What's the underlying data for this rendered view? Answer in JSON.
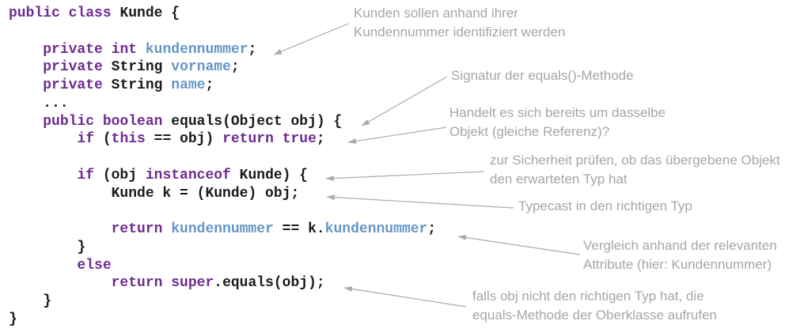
{
  "colors": {
    "background": "#ffffff",
    "keyword": "#6e2b91",
    "plain_code": "#1a1a1a",
    "field": "#6496c8",
    "annotation_text": "#a6a6a6",
    "arrow": "#ababab"
  },
  "code": {
    "lines": [
      [
        [
          "kw",
          "public"
        ],
        [
          "pl",
          " "
        ],
        [
          "kw",
          "class"
        ],
        [
          "pl",
          " Kunde {"
        ]
      ],
      [],
      [
        [
          "pl",
          "    "
        ],
        [
          "kw",
          "private"
        ],
        [
          "pl",
          " "
        ],
        [
          "kw",
          "int"
        ],
        [
          "pl",
          " "
        ],
        [
          "fl",
          "kundennummer"
        ],
        [
          "pl",
          ";"
        ]
      ],
      [
        [
          "pl",
          "    "
        ],
        [
          "kw",
          "private"
        ],
        [
          "pl",
          " String "
        ],
        [
          "fl",
          "vorname"
        ],
        [
          "pl",
          ";"
        ]
      ],
      [
        [
          "pl",
          "    "
        ],
        [
          "kw",
          "private"
        ],
        [
          "pl",
          " String "
        ],
        [
          "fl",
          "name"
        ],
        [
          "pl",
          ";"
        ]
      ],
      [
        [
          "pl",
          "    ..."
        ]
      ],
      [
        [
          "pl",
          "    "
        ],
        [
          "kw",
          "public"
        ],
        [
          "pl",
          " "
        ],
        [
          "kw",
          "boolean"
        ],
        [
          "pl",
          " equals(Object obj) {"
        ]
      ],
      [
        [
          "pl",
          "        "
        ],
        [
          "kw",
          "if"
        ],
        [
          "pl",
          " ("
        ],
        [
          "kw",
          "this"
        ],
        [
          "pl",
          " == obj) "
        ],
        [
          "kw",
          "return"
        ],
        [
          "pl",
          " "
        ],
        [
          "kw",
          "true"
        ],
        [
          "pl",
          ";"
        ]
      ],
      [],
      [
        [
          "pl",
          "        "
        ],
        [
          "kw",
          "if"
        ],
        [
          "pl",
          " (obj "
        ],
        [
          "kw",
          "instanceof"
        ],
        [
          "pl",
          " Kunde) {"
        ]
      ],
      [
        [
          "pl",
          "            Kunde k = (Kunde) obj;"
        ]
      ],
      [],
      [
        [
          "pl",
          "            "
        ],
        [
          "kw",
          "return"
        ],
        [
          "pl",
          " "
        ],
        [
          "fl",
          "kundennummer"
        ],
        [
          "pl",
          " == k."
        ],
        [
          "fl",
          "kundennummer"
        ],
        [
          "pl",
          ";"
        ]
      ],
      [
        [
          "pl",
          "        }"
        ]
      ],
      [
        [
          "pl",
          "        "
        ],
        [
          "kw",
          "else"
        ]
      ],
      [
        [
          "pl",
          "            "
        ],
        [
          "kw",
          "return"
        ],
        [
          "pl",
          " "
        ],
        [
          "kw",
          "super"
        ],
        [
          "pl",
          ".equals(obj);"
        ]
      ],
      [
        [
          "pl",
          "    }"
        ]
      ],
      [
        [
          "pl",
          "}"
        ]
      ]
    ]
  },
  "annotations": [
    {
      "lines": [
        "Kunden sollen anhand ihrer",
        "Kundennummer identifiziert werden"
      ]
    },
    {
      "lines": [
        "Signatur der equals()-Methode"
      ]
    },
    {
      "lines": [
        "Handelt es sich bereits um dasselbe",
        "Objekt (gleiche Referenz)?"
      ]
    },
    {
      "lines": [
        "zur Sicherheit prüfen, ob das übergebene Objekt",
        "den erwarteten Typ hat"
      ]
    },
    {
      "lines": [
        "Typecast in den richtigen Typ"
      ]
    },
    {
      "lines": [
        "Vergleich anhand der relevanten",
        "Attribute (hier: Kundennummer)"
      ]
    },
    {
      "lines": [
        "falls obj nicht den richtigen Typ hat, die",
        "equals-Methode der Oberklasse aufrufen"
      ]
    }
  ]
}
